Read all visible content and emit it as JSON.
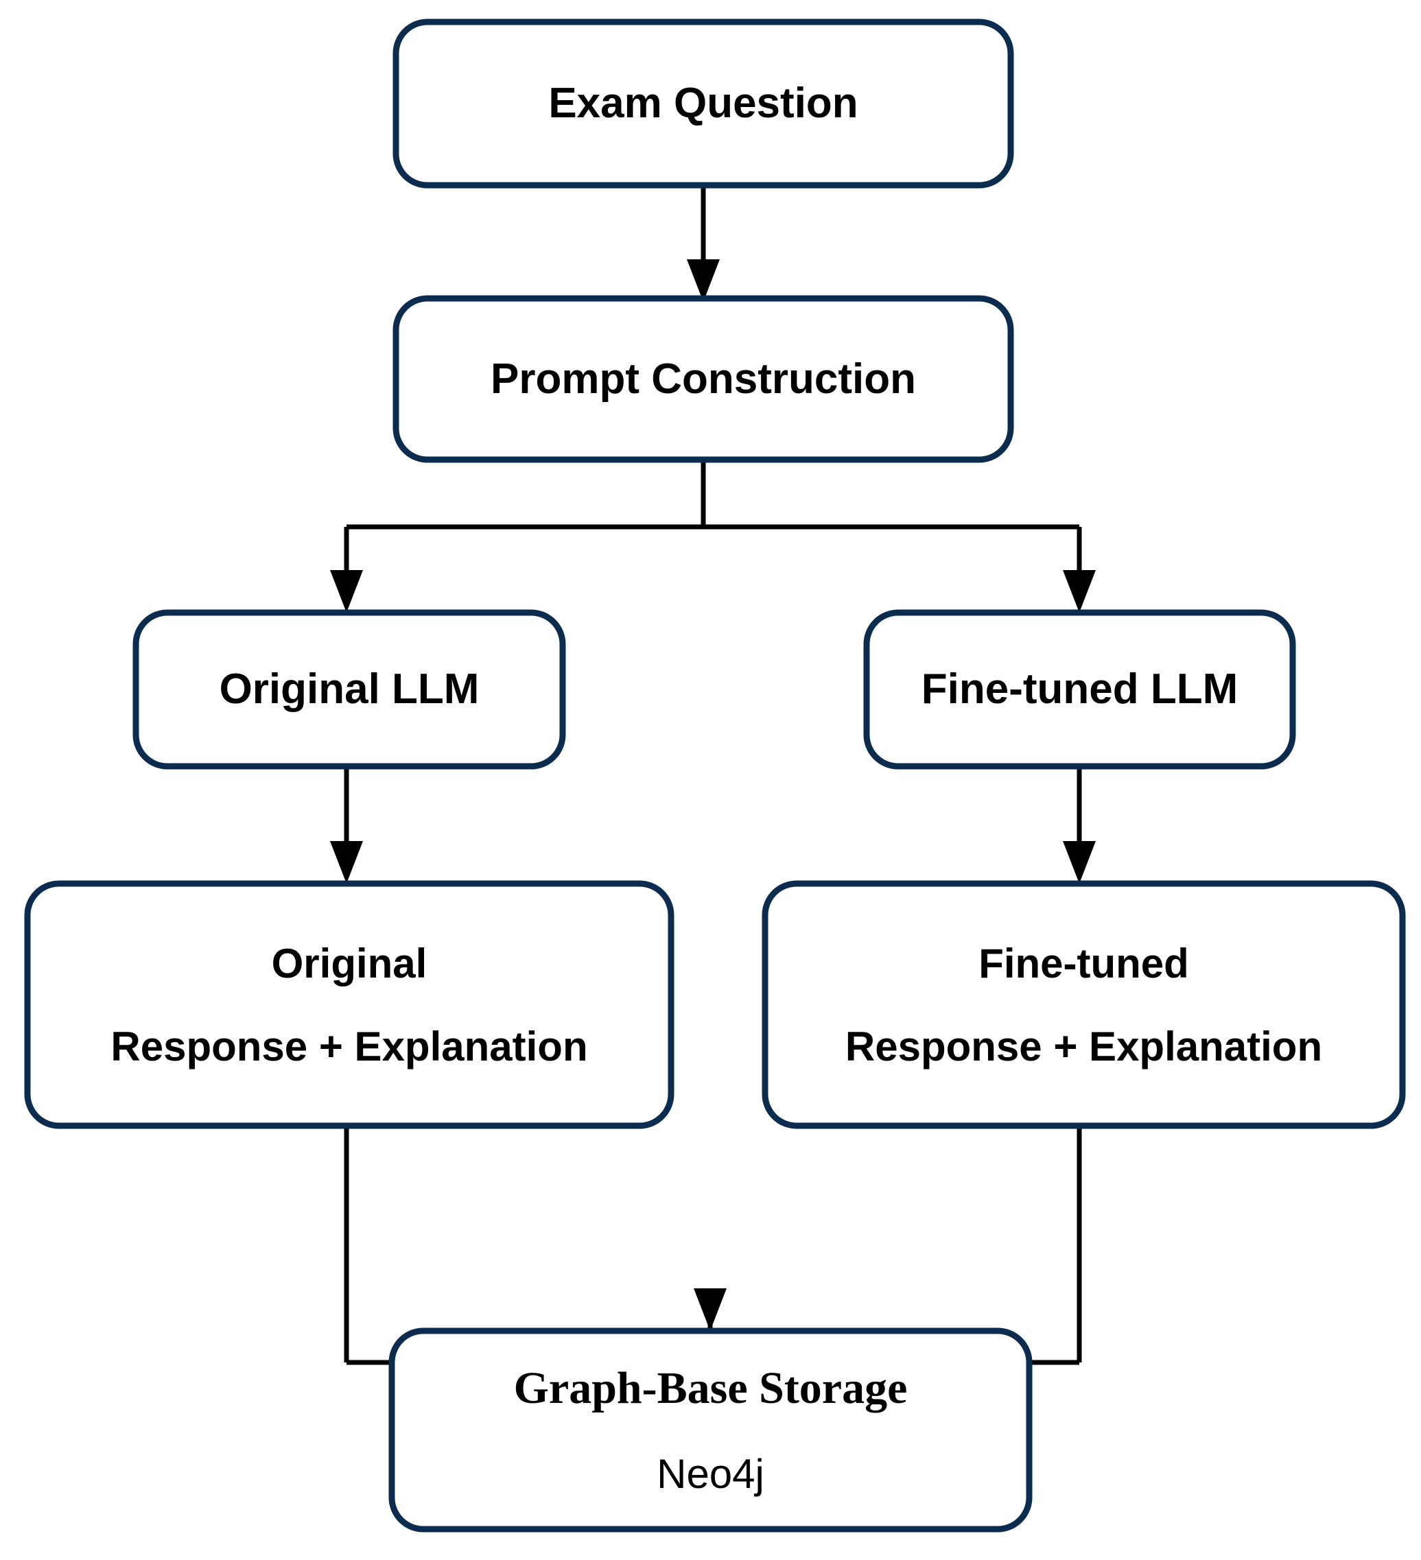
{
  "diagram": {
    "type": "flowchart",
    "title": "LLM exam-question evaluation pipeline",
    "colors": {
      "box_stroke": "#0b2b4f",
      "box_fill": "#ffffff",
      "connector": "#000000",
      "text": "#000000",
      "background": "#ffffff"
    },
    "nodes": [
      {
        "id": "exam-question",
        "lines": [
          "Exam Question"
        ],
        "shape": "rounded-rectangle"
      },
      {
        "id": "prompt-construction",
        "lines": [
          "Prompt Construction"
        ],
        "shape": "rounded-rectangle"
      },
      {
        "id": "original-llm",
        "lines": [
          "Original LLM"
        ],
        "shape": "rounded-rectangle"
      },
      {
        "id": "fine-tuned-llm",
        "lines": [
          "Fine-tuned LLM"
        ],
        "shape": "rounded-rectangle"
      },
      {
        "id": "original-response",
        "lines": [
          "Original",
          "Response + Explanation"
        ],
        "shape": "rounded-rectangle"
      },
      {
        "id": "fine-tuned-response",
        "lines": [
          "Fine-tuned",
          "Response + Explanation"
        ],
        "shape": "rounded-rectangle"
      },
      {
        "id": "graph-base-storage",
        "lines": [
          "Graph-Base Storage",
          "Neo4j"
        ],
        "shape": "rounded-rectangle"
      }
    ],
    "edges": [
      {
        "from": "exam-question",
        "to": "prompt-construction",
        "style": "straight-arrow"
      },
      {
        "from": "prompt-construction",
        "to": "original-llm",
        "style": "split-arrow"
      },
      {
        "from": "prompt-construction",
        "to": "fine-tuned-llm",
        "style": "split-arrow"
      },
      {
        "from": "original-llm",
        "to": "original-response",
        "style": "straight-arrow"
      },
      {
        "from": "fine-tuned-llm",
        "to": "fine-tuned-response",
        "style": "straight-arrow"
      },
      {
        "from": "original-response",
        "to": "graph-base-storage",
        "style": "merge-arrow"
      },
      {
        "from": "fine-tuned-response",
        "to": "graph-base-storage",
        "style": "merge-arrow"
      }
    ],
    "labels": {
      "exam_question": "Exam Question",
      "prompt_construction": "Prompt Construction",
      "original_llm": "Original LLM",
      "fine_tuned_llm": "Fine-tuned LLM",
      "original_response_line1": "Original",
      "original_response_line2": "Response + Explanation",
      "fine_tuned_response_line1": "Fine-tuned",
      "fine_tuned_response_line2": "Response + Explanation",
      "storage_line1": "Graph-Base Storage",
      "storage_line2": "Neo4j"
    }
  }
}
